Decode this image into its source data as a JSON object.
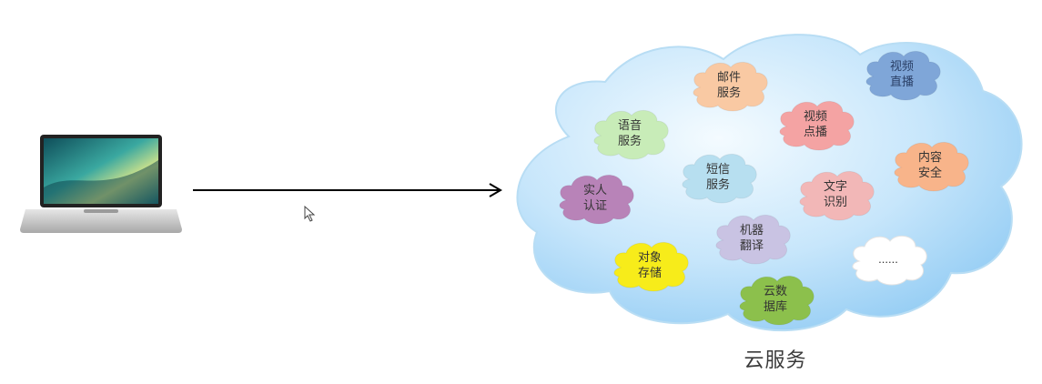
{
  "cloud": {
    "caption": "云服务",
    "services": [
      {
        "id": "mail",
        "label": "邮件\n服务",
        "color": "#f9c9a3"
      },
      {
        "id": "live",
        "label": "视频\n直播",
        "color": "#7fa6d8"
      },
      {
        "id": "voice",
        "label": "语音\n服务",
        "color": "#c8ecb8"
      },
      {
        "id": "vod",
        "label": "视频\n点播",
        "color": "#f4a3a3"
      },
      {
        "id": "sms",
        "label": "短信\n服务",
        "color": "#b7dff0"
      },
      {
        "id": "content",
        "label": "内容\n安全",
        "color": "#f8b48a"
      },
      {
        "id": "realname",
        "label": "实人\n认证",
        "color": "#b883b8"
      },
      {
        "id": "ocr",
        "label": "文字\n识别",
        "color": "#f2b7b7"
      },
      {
        "id": "mt",
        "label": "机器\n翻译",
        "color": "#c9c3e3"
      },
      {
        "id": "storage",
        "label": "对象\n存储",
        "color": "#f7ec1a"
      },
      {
        "id": "more",
        "label": "......",
        "color": "#ffffff"
      },
      {
        "id": "db",
        "label": "云数\n据库",
        "color": "#8cc04c"
      }
    ]
  }
}
